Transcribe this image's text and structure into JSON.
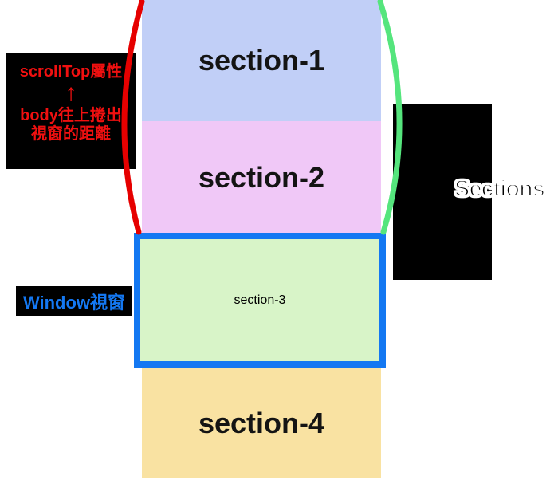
{
  "sections": [
    {
      "name": "section-1",
      "label": "section-1",
      "fill": "#c1cff7"
    },
    {
      "name": "section-2",
      "label": "section-2",
      "fill": "#f0c8f7"
    },
    {
      "name": "section-3",
      "label": "section-3",
      "fill": "#d8f4c8"
    },
    {
      "name": "section-4",
      "label": "section-4",
      "fill": "#f9e2a2"
    }
  ],
  "viewport_box": {
    "border_color": "#1478f2"
  },
  "annotations": {
    "scrolltop_label": {
      "title": "scrollTop屬性",
      "arrow_icon": "↑",
      "desc_line1": "body往上捲出",
      "desc_line2": "視窗的距離",
      "text_color": "#f01010",
      "bg_color": "#000000"
    },
    "window_label": {
      "text": "Window視窗",
      "text_color": "#1478f2",
      "bg_color": "#000000"
    },
    "sections_label": {
      "text": "Sections",
      "text_color": "#000000",
      "outline_color": "#ffffff",
      "bg_color": "#000000"
    }
  },
  "braces": {
    "left_brace_color": "#e60000",
    "right_brace_color": "#55e57d"
  }
}
